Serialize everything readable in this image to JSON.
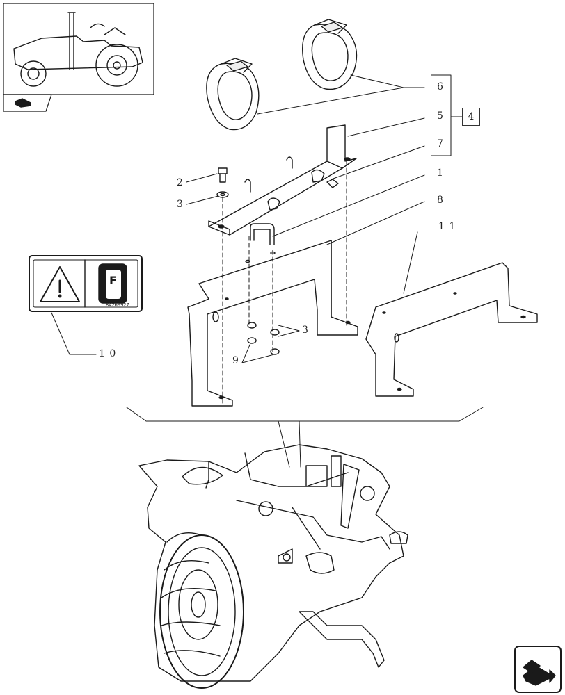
{
  "callouts": {
    "c1": "1",
    "c2": "2",
    "c3a": "3",
    "c3b": "3",
    "c4": "4",
    "c5": "5",
    "c6": "6",
    "c7": "7",
    "c8": "8",
    "c9": "9",
    "c10": "1 0",
    "c11": "1 1"
  },
  "decal": {
    "code": "84269927",
    "symbol": "F"
  }
}
